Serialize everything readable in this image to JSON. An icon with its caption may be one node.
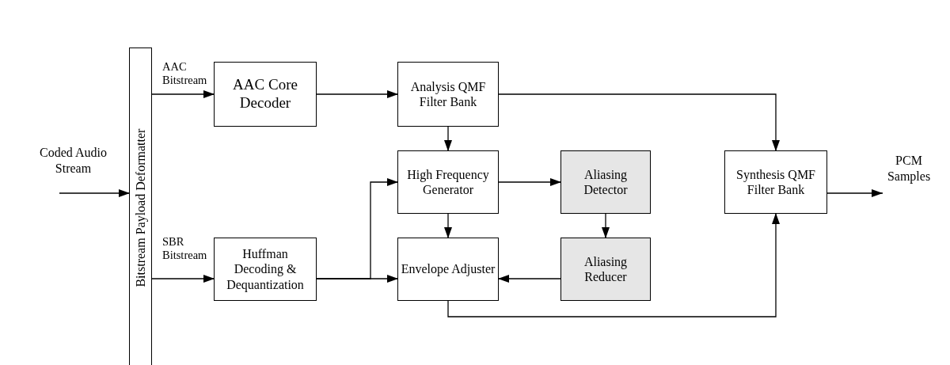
{
  "diagram": {
    "nodes": [
      {
        "text": [
          "Coded Audio Stream"
        ]
      },
      {
        "text": [
          "Bitstream Payload Deformatter"
        ]
      },
      {
        "text": [
          "AAC Core Decoder"
        ]
      },
      {
        "text": [
          "Analysis QMF Filter Bank"
        ]
      },
      {
        "text": [
          "High Frequency Generator"
        ]
      },
      {
        "text": [
          "Aliasing Detector"
        ]
      },
      {
        "text": [
          "Synthesis QMF Filter Bank"
        ]
      },
      {
        "text": [
          "PCM Samples"
        ]
      },
      {
        "text": [
          "Huffman Decoding & Dequantization"
        ]
      },
      {
        "text": [
          "Envelope Adjuster"
        ]
      },
      {
        "text": [
          "Aliasing Reducer"
        ]
      }
    ],
    "edges": [
      {
        "from": 0,
        "to": 1,
        "arrow": "to"
      },
      {
        "from": 1,
        "to": 2,
        "arrow": "to",
        "label": "AAC Bitstream"
      },
      {
        "from": 1,
        "to": 8,
        "arrow": "to",
        "label": "SBR Bitstream"
      },
      {
        "from": 2,
        "to": 3,
        "arrow": "to"
      },
      {
        "from": 3,
        "to": 6,
        "arrow": "to"
      },
      {
        "from": 3,
        "to": 4,
        "arrow": "to"
      },
      {
        "from": 4,
        "to": 5,
        "arrow": "to"
      },
      {
        "from": 5,
        "to": 10,
        "arrow": "to"
      },
      {
        "from": 10,
        "to": 9,
        "arrow": "to"
      },
      {
        "from": 4,
        "to": 9,
        "arrow": "to"
      },
      {
        "from": 8,
        "to": 9,
        "arrow": "to"
      },
      {
        "from": 8,
        "to": 4,
        "arrow": "to"
      },
      {
        "from": 9,
        "to": 6,
        "arrow": "to"
      },
      {
        "from": 6,
        "to": 7,
        "arrow": "to"
      }
    ]
  }
}
